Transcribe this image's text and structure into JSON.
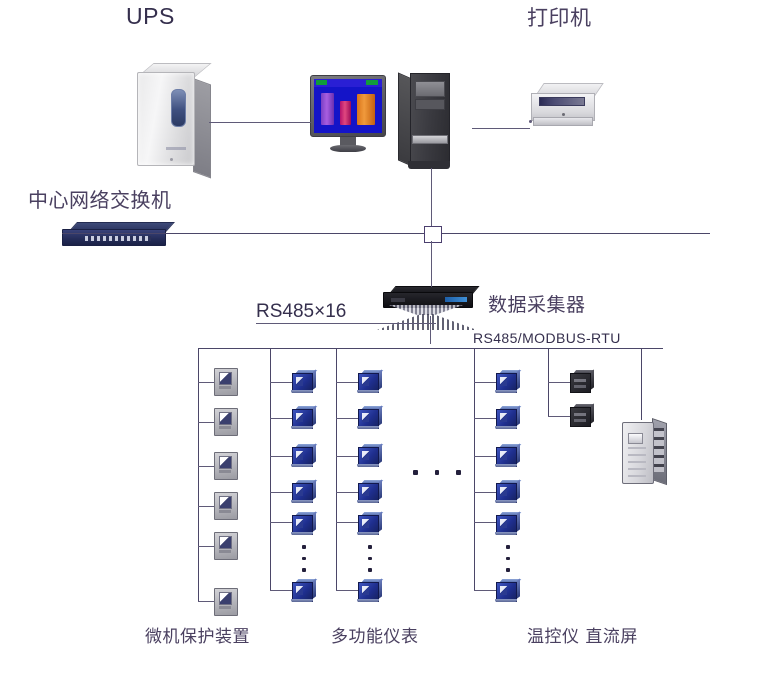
{
  "diagram": {
    "title_labels": {
      "ups": "UPS",
      "printer": "打印机",
      "switch": "中心网络交换机",
      "collector": "数据采集器",
      "rs485_count": "RS485×16",
      "rs485_modbus": "RS485/MODBUS-RTU"
    },
    "bottom_labels": {
      "protection": "微机保护装置",
      "multimeter": "多功能仪表",
      "temp_dc": "温控仪 直流屏"
    },
    "colors": {
      "line": "#5f5a78",
      "label_text": "#4a4060",
      "meter_blue": "#1f2f8f",
      "switch_blue": "#2b3460",
      "collector_black": "#14141a",
      "protection_gray": "#b4b4ba",
      "background": "#ffffff"
    },
    "devices": {
      "ups_name": "ups-unit",
      "workstation_name": "monitor-and-tower",
      "printer_name": "printer-unit",
      "switch_name": "core-network-switch",
      "collector_name": "data-collector"
    },
    "columns": [
      {
        "name": "protection-column",
        "device_type": "protection-device",
        "count": 6,
        "has_vertical_ellipsis": false
      },
      {
        "name": "multimeter-column-1",
        "device_type": "multimeter",
        "count": 6,
        "has_vertical_ellipsis": true
      },
      {
        "name": "multimeter-column-2",
        "device_type": "multimeter",
        "count": 6,
        "has_vertical_ellipsis": true
      },
      {
        "name": "multimeter-column-3",
        "device_type": "multimeter",
        "count": 6,
        "has_vertical_ellipsis": true
      }
    ],
    "temp_controllers": {
      "name": "temp-controller-branch",
      "count": 2
    },
    "dc_cabinet": {
      "name": "dc-power-cabinet",
      "count": 1
    },
    "horizontal_ellipsis_count": 3
  }
}
